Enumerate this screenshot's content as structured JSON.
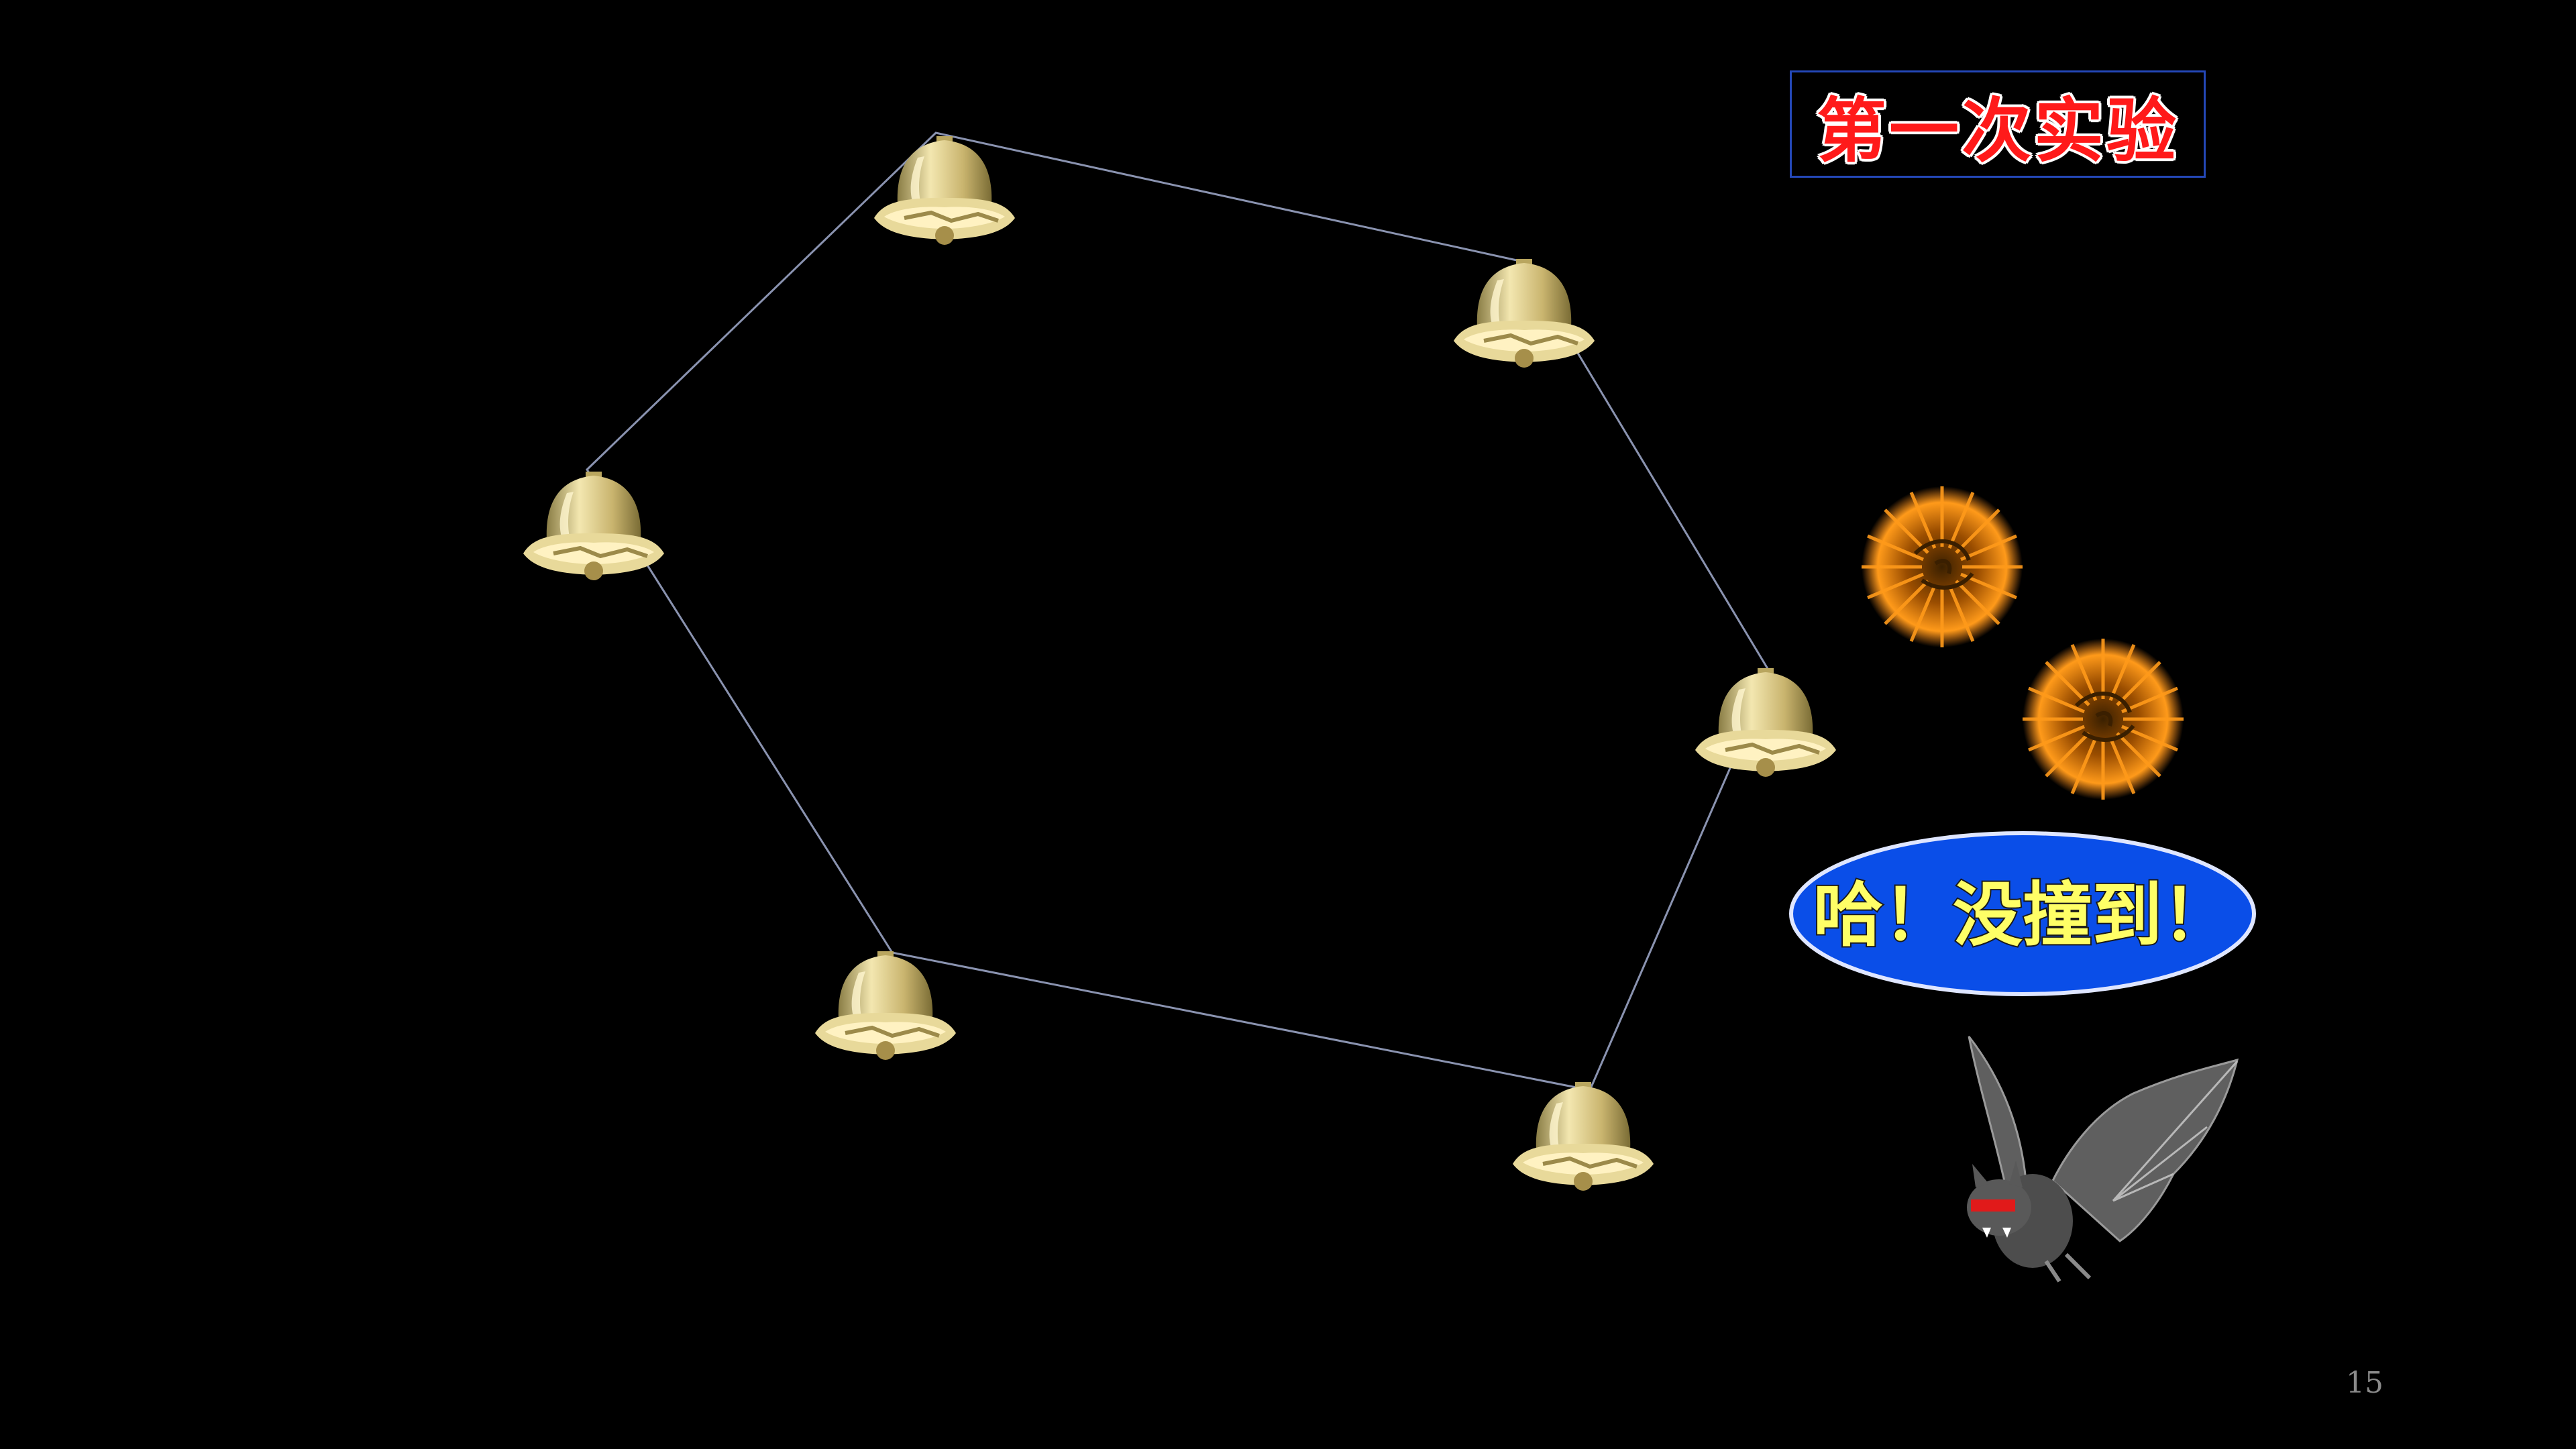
{
  "slide": {
    "title": "第一次实验",
    "speech_bubble": "哈！没撞到！",
    "page_number": "15"
  },
  "icons": {
    "bell": "bell-icon",
    "firework": "firework-burst-icon",
    "bat": "bat-icon"
  },
  "colors": {
    "background": "#000000",
    "title_text": "#ff1a1a",
    "title_border": "#2448b8",
    "bubble_fill": "#0a4ee8",
    "bubble_text": "#ffff66",
    "bell_gold": "#d9c98a",
    "firework_orange": "#ff8c1a",
    "hexagon_line": "#8a93b0",
    "bat_gray": "#6e6e6e"
  }
}
